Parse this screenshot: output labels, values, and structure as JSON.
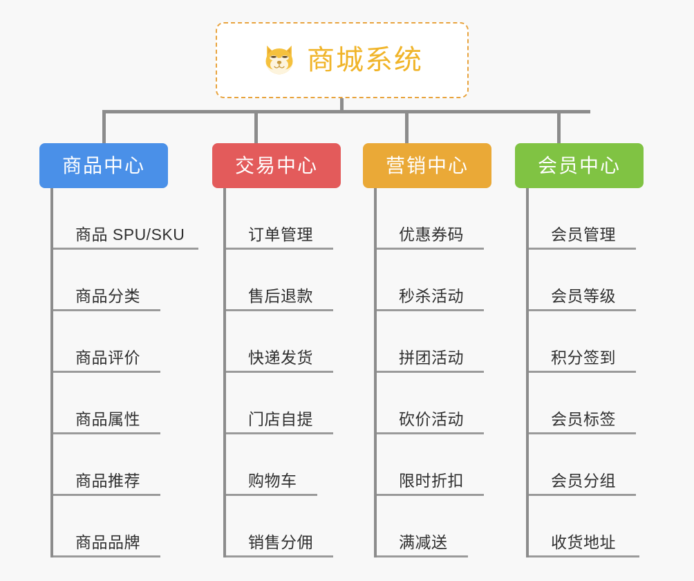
{
  "root": {
    "title": "商城系统",
    "icon": "shiba-dog-icon",
    "border_color": "#e8a33d",
    "text_color": "#f0b429",
    "background": "#ffffff"
  },
  "canvas": {
    "background": "#f8f8f8",
    "connector_color": "#8c8c8c"
  },
  "columns": [
    {
      "id": "product-center",
      "label": "商品中心",
      "color": "#4a90e8",
      "items": [
        {
          "label": "商品 SPU/SKU",
          "underline_width": 210
        },
        {
          "label": "商品分类",
          "underline_width": 155
        },
        {
          "label": "商品评价",
          "underline_width": 155
        },
        {
          "label": "商品属性",
          "underline_width": 155
        },
        {
          "label": "商品推荐",
          "underline_width": 155
        },
        {
          "label": "商品品牌",
          "underline_width": 155
        }
      ]
    },
    {
      "id": "trade-center",
      "label": "交易中心",
      "color": "#e35b5b",
      "items": [
        {
          "label": "订单管理",
          "underline_width": 155
        },
        {
          "label": "售后退款",
          "underline_width": 155
        },
        {
          "label": "快递发货",
          "underline_width": 155
        },
        {
          "label": "门店自提",
          "underline_width": 155
        },
        {
          "label": "购物车",
          "underline_width": 132
        },
        {
          "label": "销售分佣",
          "underline_width": 155
        }
      ]
    },
    {
      "id": "marketing-center",
      "label": "营销中心",
      "color": "#eaa937",
      "items": [
        {
          "label": "优惠券码",
          "underline_width": 155
        },
        {
          "label": "秒杀活动",
          "underline_width": 155
        },
        {
          "label": "拼团活动",
          "underline_width": 155
        },
        {
          "label": "砍价活动",
          "underline_width": 155
        },
        {
          "label": "限时折扣",
          "underline_width": 155
        },
        {
          "label": "满减送",
          "underline_width": 132
        }
      ]
    },
    {
      "id": "member-center",
      "label": "会员中心",
      "color": "#80c343",
      "items": [
        {
          "label": "会员管理",
          "underline_width": 155
        },
        {
          "label": "会员等级",
          "underline_width": 155
        },
        {
          "label": "积分签到",
          "underline_width": 155
        },
        {
          "label": "会员标签",
          "underline_width": 155
        },
        {
          "label": "会员分组",
          "underline_width": 155
        },
        {
          "label": "收货地址",
          "underline_width": 160
        }
      ]
    }
  ]
}
